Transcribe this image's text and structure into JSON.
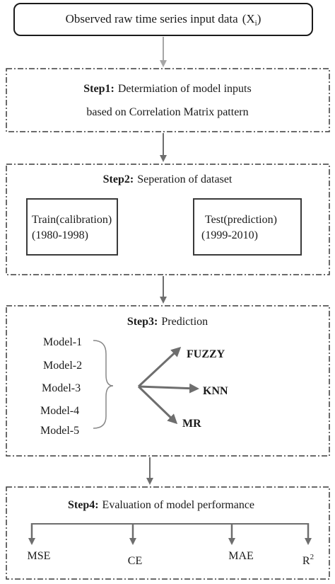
{
  "input": {
    "text": "Observed raw time series input data",
    "symbol": "(X",
    "subscript": "i",
    "close": ")"
  },
  "step1": {
    "label": "Step1:",
    "title": "Determiation of model inputs",
    "line2": "based on Correlation Matrix pattern"
  },
  "step2": {
    "label": "Step2:",
    "title": "Seperation of  dataset",
    "train": {
      "line1": "Train(calibration)",
      "line2": "(1980-1998)"
    },
    "test": {
      "line1": "Test(prediction)",
      "line2": "(1999-2010)"
    }
  },
  "step3": {
    "label": "Step3:",
    "title": "Prediction",
    "models": [
      "Model-1",
      "Model-2",
      "Model-3",
      "Model-4",
      "Model-5"
    ],
    "methods": [
      "FUZZY",
      "KNN",
      "MR"
    ]
  },
  "step4": {
    "label": "Step4:",
    "title": "Evaluation of model performance",
    "metrics": [
      "MSE",
      "CE",
      "MAE",
      "R"
    ],
    "r_superscript": "2"
  },
  "colors": {
    "text": "#1a1a1a",
    "arrow_gray": "#6e6e6e",
    "arrow_light": "#a6a6a6",
    "border": "#3a3a3a"
  }
}
